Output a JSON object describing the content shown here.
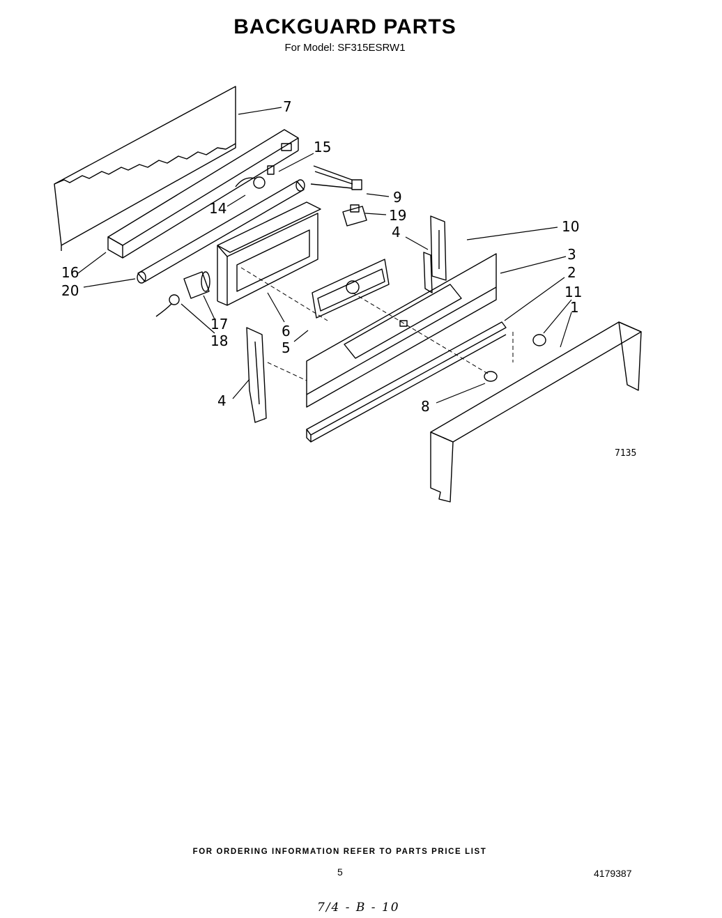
{
  "header": {
    "title": "BACKGUARD PARTS",
    "subtitle": "For Model: SF315ESRW1"
  },
  "diagram": {
    "figure_number": "7135",
    "callouts": [
      "7",
      "15",
      "9",
      "19",
      "14",
      "10",
      "4",
      "3",
      "2",
      "11",
      "1",
      "16",
      "20",
      "17",
      "18",
      "6",
      "5",
      "4",
      "8"
    ]
  },
  "footer": {
    "ordering_note": "FOR ORDERING INFORMATION REFER TO PARTS PRICE LIST",
    "page_number": "5",
    "document_number": "4179387",
    "handwritten_note": "7/4 - B - 10"
  }
}
